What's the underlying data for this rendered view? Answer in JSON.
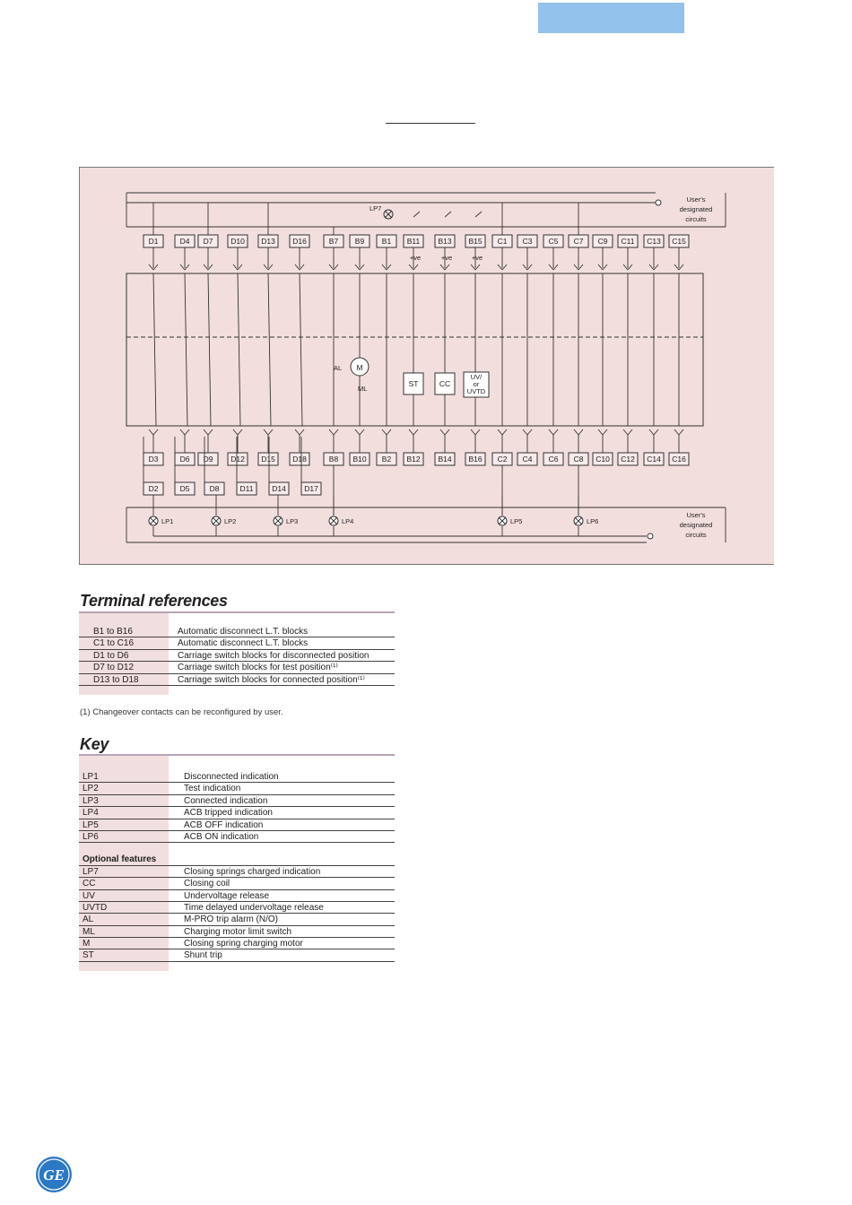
{
  "diagram": {
    "top_terminals": [
      "D1",
      "D4",
      "D7",
      "D10",
      "D13",
      "D16",
      "B7",
      "B9",
      "B1",
      "B11",
      "B13",
      "B15",
      "C1",
      "C3",
      "C5",
      "C7",
      "C9",
      "C11",
      "C13",
      "C15"
    ],
    "row1_terminals": [
      "D3",
      "D6",
      "D9",
      "D12",
      "D15",
      "D18",
      "B8",
      "B10",
      "B2",
      "B12",
      "B14",
      "B16",
      "C2",
      "C4",
      "C6",
      "C8",
      "C10",
      "C12",
      "C14",
      "C16"
    ],
    "row2_terminals": [
      "D2",
      "D5",
      "D8",
      "D11",
      "D14",
      "D17"
    ],
    "lamps_bottom": [
      "LP1",
      "LP2",
      "LP3",
      "LP4",
      "LP5",
      "LP6"
    ],
    "lamp_top": "LP7",
    "plus_ve": "+ve",
    "user_circuits_top": [
      "User's",
      "designated",
      "circuits"
    ],
    "user_circuits_bottom": [
      "User's",
      "designated",
      "circuits"
    ],
    "components": {
      "motor": "M",
      "alarm": "AL",
      "limit": "ML",
      "shunt": "ST",
      "closing_coil": "CC",
      "uv_lines": [
        "UV/",
        "or",
        "UVTD"
      ]
    }
  },
  "terminal_references": {
    "title": "Terminal references",
    "rows": [
      {
        "code": "B1 to B16",
        "desc": "Automatic disconnect L.T. blocks"
      },
      {
        "code": "C1 to C16",
        "desc": "Automatic disconnect L.T. blocks"
      },
      {
        "code": "D1 to D6",
        "desc": "Carriage switch blocks for disconnected position"
      },
      {
        "code": "D7 to D12",
        "desc": "Carriage switch blocks for test position⁽¹⁾"
      },
      {
        "code": "D13 to D18",
        "desc": "Carriage switch blocks for connected position⁽¹⁾"
      }
    ],
    "footnote": "(1) Changeover contacts can be reconfigured by user."
  },
  "key": {
    "title": "Key",
    "rows": [
      {
        "code": "LP1",
        "desc": "Disconnected indication"
      },
      {
        "code": "LP2",
        "desc": "Test indication"
      },
      {
        "code": "LP3",
        "desc": "Connected indication"
      },
      {
        "code": "LP4",
        "desc": "ACB tripped indication"
      },
      {
        "code": "LP5",
        "desc": "ACB OFF indication"
      },
      {
        "code": "LP6",
        "desc": "ACB ON indication"
      }
    ],
    "optional_heading": "Optional features",
    "optional_rows": [
      {
        "code": "LP7",
        "desc": "Closing springs charged indication"
      },
      {
        "code": "CC",
        "desc": "Closing coil"
      },
      {
        "code": "UV",
        "desc": "Undervoltage release"
      },
      {
        "code": "UVTD",
        "desc": "Time delayed undervoltage release"
      },
      {
        "code": "AL",
        "desc": "M-PRO trip alarm (N/O)"
      },
      {
        "code": "ML",
        "desc": "Charging motor limit switch"
      },
      {
        "code": "M",
        "desc": "Closing spring charging motor"
      },
      {
        "code": "ST",
        "desc": "Shunt trip"
      }
    ]
  },
  "colors": {
    "header_bar": "#93c2ec",
    "diagram_bg": "#f3dede",
    "ge_blue": "#2b78c4"
  },
  "logo": "GE"
}
